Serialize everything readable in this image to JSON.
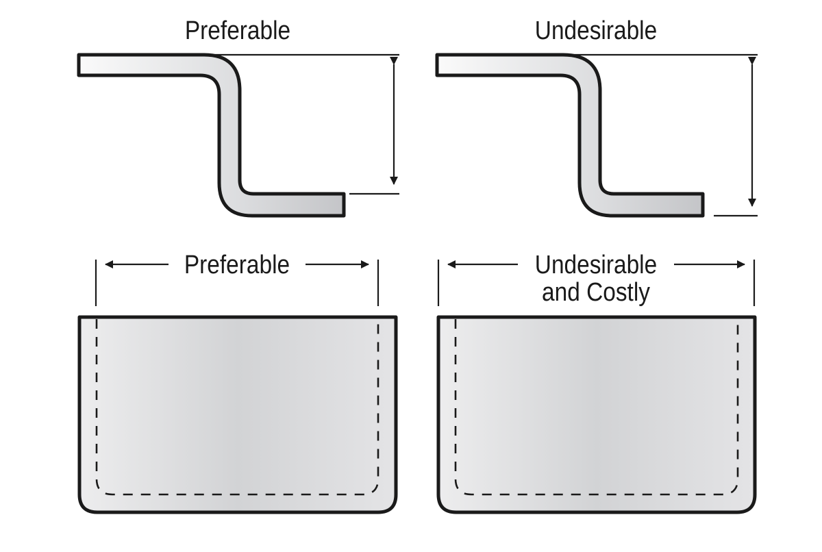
{
  "panels": {
    "top_left": {
      "label": "Preferable"
    },
    "top_right": {
      "label": "Undesirable"
    },
    "bottom_left": {
      "label": "Preferable"
    },
    "bottom_right": {
      "label_line1": "Undesirable",
      "label_line2": "and Costly"
    }
  },
  "colors": {
    "outline": "#1a1a1a",
    "fill_light": "#fafafa",
    "fill_dark": "#c4c5c8",
    "background": "#ffffff"
  }
}
